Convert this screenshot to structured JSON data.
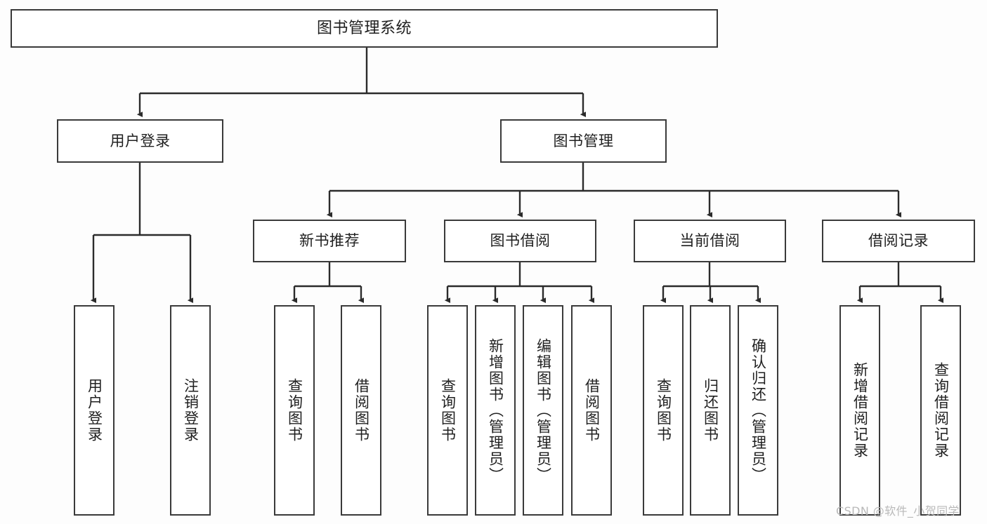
{
  "diagram": {
    "title": "图书管理系统",
    "type": "hierarchy-tree",
    "watermark": "CSDN @软件_小贺同学",
    "colors": {
      "box_border": "#3a3a3a",
      "box_fill": "#ffffff",
      "connector": "#2b2b2b",
      "text": "#1f1f1f",
      "watermark": "#b9b9b9",
      "background": "#fdfdfd"
    },
    "nodes": {
      "root": {
        "label": "图书管理系统"
      },
      "level1": [
        {
          "label": "用户登录"
        },
        {
          "label": "图书管理"
        }
      ],
      "level2": [
        {
          "label": "新书推荐"
        },
        {
          "label": "图书借阅"
        },
        {
          "label": "当前借阅"
        },
        {
          "label": "借阅记录"
        }
      ],
      "leaves": {
        "user_login": [
          {
            "label": "用户登录"
          },
          {
            "label": "注销登录"
          }
        ],
        "new_book_recommend": [
          {
            "label": "查询图书"
          },
          {
            "label": "借阅图书"
          }
        ],
        "book_borrow": [
          {
            "label": "查询图书"
          },
          {
            "label": "新增图书（管理员）"
          },
          {
            "label": "编辑图书（管理员）"
          },
          {
            "label": "借阅图书"
          }
        ],
        "current_borrow": [
          {
            "label": "查询图书"
          },
          {
            "label": "归还图书"
          },
          {
            "label": "确认归还（管理员）"
          }
        ],
        "borrow_record": [
          {
            "label": "新增借阅记录"
          },
          {
            "label": "查询借阅记录"
          }
        ]
      }
    }
  }
}
